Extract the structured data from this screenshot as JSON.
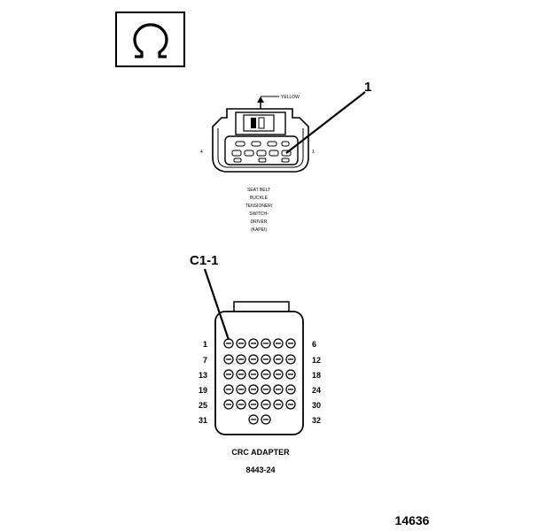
{
  "symbol": {
    "icon": "ohm-icon",
    "glyph": "Ω"
  },
  "connector1": {
    "wire_color": "YELLOW",
    "callout": "1",
    "pin_left": "4",
    "pin_right": "1",
    "caption": [
      "SEAT BELT",
      "BUCKLE",
      "TENSIONER/",
      "SWITCH-",
      "DRIVER",
      "(KAPEI)"
    ]
  },
  "adapter": {
    "callout": "C1-1",
    "row_labels_left": [
      "1",
      "7",
      "13",
      "19",
      "25",
      "31"
    ],
    "row_labels_right": [
      "6",
      "12",
      "18",
      "24",
      "30",
      "32"
    ],
    "name": "CRC ADAPTER",
    "part_number": "8443-24"
  },
  "figure_number": "14636"
}
